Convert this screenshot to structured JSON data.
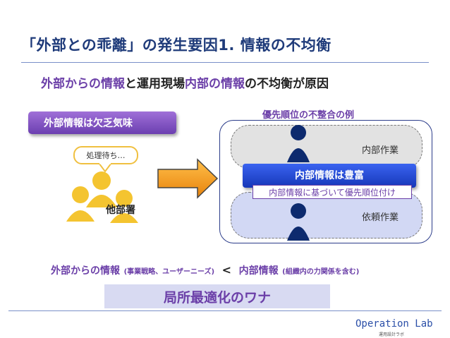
{
  "slide": {
    "title": "「外部との乖離」の発生要因1. 情報の不均衡",
    "subtitle": {
      "p1": "外部からの情報",
      "p2": "と運用現場",
      "p3": "内部の情報",
      "p4": "の不均衡が原因"
    }
  },
  "left": {
    "banner": "外部情報は欠乏気味",
    "bubble": "処理待ち…",
    "dept": "他部署"
  },
  "right": {
    "example_label": "優先順位の不整合の例",
    "internal_work": "内部作業",
    "rich_banner": "内部情報は豊富",
    "priority_note": "内部情報に基づいて優先順位付け",
    "request_work": "依頼作業"
  },
  "comparison": {
    "external": "外部からの情報",
    "external_note": "(事業戦略、ユーザーニーズ)",
    "operator": "<",
    "internal": "内部情報",
    "internal_note": "(組織内の力関係を含む)"
  },
  "conclusion": "局所最適化のワナ",
  "footer": {
    "brand": "Operation Lab",
    "brand_sub": "運用設計ラボ"
  },
  "colors": {
    "title": "#1f3b7a",
    "accent_purple": "#6b3fa8",
    "accent_blue": "#1637b8",
    "person_yellow": "#f4c430",
    "arrow_orange": "#f39a1e"
  }
}
